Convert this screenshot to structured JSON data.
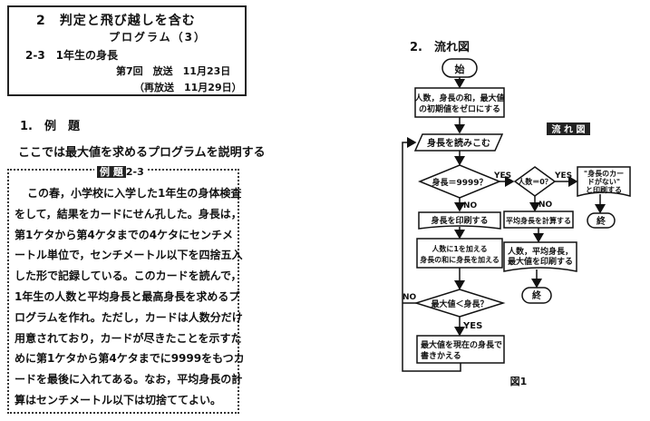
{
  "header": {
    "line1": "2　判定と飛び越しを含む",
    "line2": "プログラム（3）",
    "line3": "2-3　1年生の身長",
    "line4": "第7回　放送　11月23日",
    "line5": "（再放送　11月29日）"
  },
  "section1": {
    "heading": "1.　例　題",
    "lead": "ここでは最大値を求めるプログラムを説明する"
  },
  "example": {
    "tag_label": "例 題",
    "tag_number": "2-3",
    "lines": [
      "この春，小学校に入学した1年生の身体検査",
      "をして，結果をカードにせん孔した。身長は，",
      "第1ケタから第4ケタまでの4ケタにセンチメ",
      "ートル単位で，センチメートル以下を四捨五入",
      "した形で記録している。このカードを読んで，",
      "1年生の人数と平均身長と最高身長を求めるプ",
      "ログラムを作れ。ただし，カードは人数分だけ",
      "用意されており，カードが尽きたことを示すた",
      "めに第1ケタから第4ケタまでに9999をもつカ",
      "ードを最後に入れてある。なお，平均身長の計",
      "算はセンチメートル以下は切捨ててよい。"
    ]
  },
  "section2": {
    "heading": "2.　流れ図",
    "inset_label": "流 れ 図",
    "figure_caption": "図1"
  },
  "flowchart": {
    "start": "始",
    "init_line1": "人数，身長の和，最大値",
    "init_line2": "の初期値をゼロにする",
    "read": "身長を読みこむ",
    "cond_height": "身長＝9999？",
    "yes1": "YES",
    "no1": "NO",
    "cond_count": "人数＝0？",
    "yes2": "YES",
    "no2": "NO",
    "no_card_line1": "\"身長のカー",
    "no_card_line2": "ドがない\"",
    "no_card_line3": "と印刷する",
    "end1": "終",
    "print_height": "身長を印刷する",
    "calc_avg": "平均身長を計算する",
    "add_line1": "人数に1を加える",
    "add_line2": "身長の和に身長を加える",
    "print_res_line1": "人数，平均身長，",
    "print_res_line2": "最大値を印刷する",
    "end2": "終",
    "cond_max": "最大値＜身長？",
    "no3": "NO",
    "yes3": "YES",
    "update_line1": "最大値を現在の身長で",
    "update_line2": "書きかえる"
  }
}
